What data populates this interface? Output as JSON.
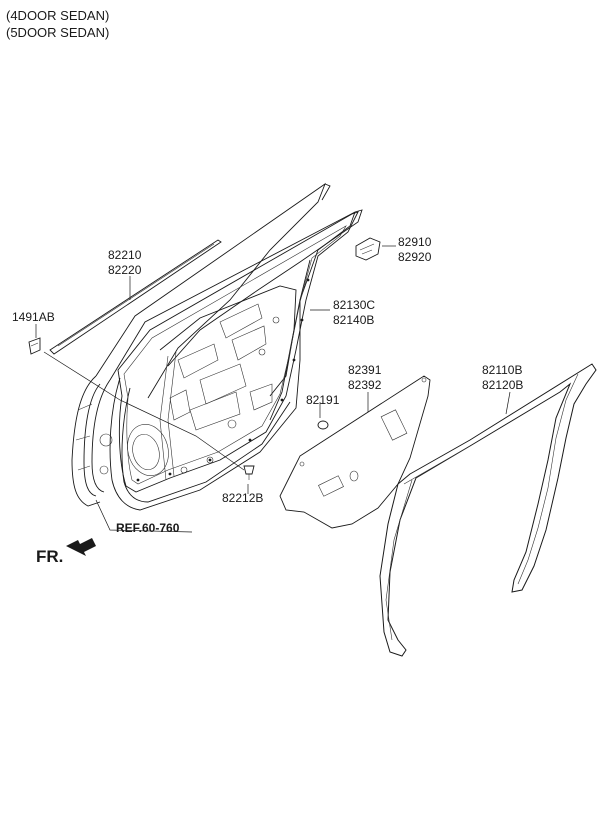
{
  "header": {
    "variant_1": "(4DOOR SEDAN)",
    "variant_2": "(5DOOR SEDAN)"
  },
  "callouts": {
    "c1_top": "82210",
    "c1_bottom": "82220",
    "c2": "1491AB",
    "c3_top": "82910",
    "c3_bottom": "82920",
    "c4_top": "82130C",
    "c4_bottom": "82140B",
    "c5": "82191",
    "c6_top": "82391",
    "c6_bottom": "82392",
    "c7_top": "82110B",
    "c7_bottom": "82120B",
    "c8": "82212B"
  },
  "reference": "REF.60-760",
  "front_label": "FR."
}
